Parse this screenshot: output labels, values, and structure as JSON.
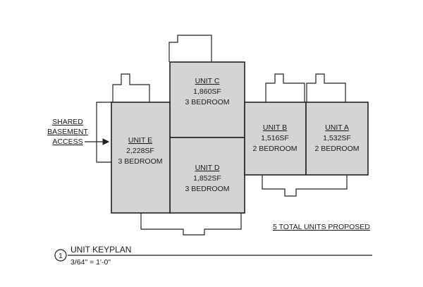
{
  "colors": {
    "unit_fill": "#d4d4d4",
    "line": "#222222",
    "background": "#ffffff"
  },
  "units": {
    "a": {
      "title": "UNIT A",
      "area": "1,532SF",
      "bedrooms": "2 BEDROOM"
    },
    "b": {
      "title": "UNIT B",
      "area": "1,516SF",
      "bedrooms": "2 BEDROOM"
    },
    "c": {
      "title": "UNIT C",
      "area": "1,860SF",
      "bedrooms": "3 BEDROOM"
    },
    "d": {
      "title": "UNIT D",
      "area": "1,852SF",
      "bedrooms": "3 BEDROOM"
    },
    "e": {
      "title": "UNIT E",
      "area": "2,228SF",
      "bedrooms": "3 BEDROOM"
    }
  },
  "shared_access": {
    "line1": "SHARED",
    "line2": "BASEMENT",
    "line3": "ACCESS"
  },
  "total_units_note": "5 TOTAL UNITS PROPOSED",
  "keyplan": {
    "number": "1",
    "title": "UNIT KEYPLAN",
    "scale": "3/64\" = 1'-0\""
  }
}
